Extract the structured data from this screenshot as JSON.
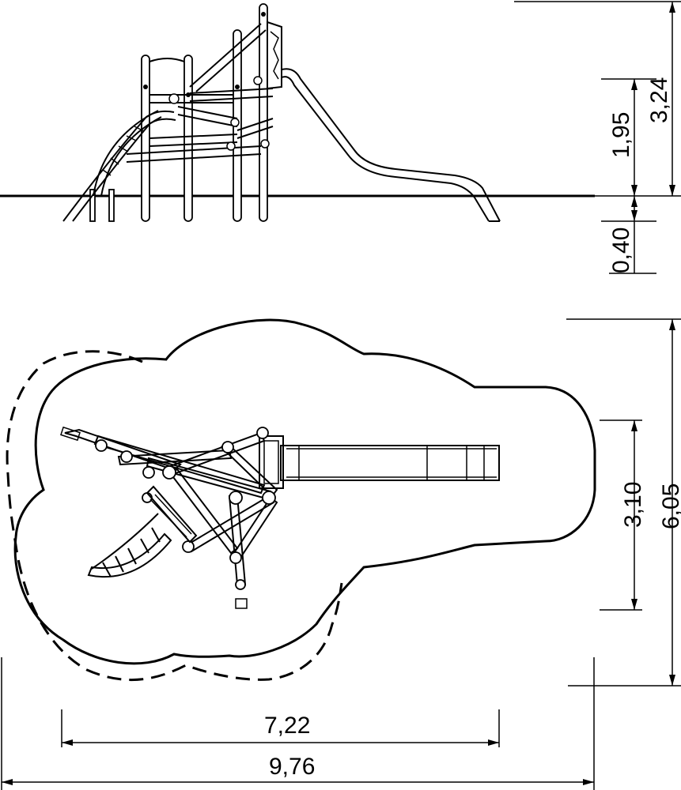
{
  "dimensions": {
    "side_total_height": "3,24",
    "side_platform_height": "1,95",
    "side_foundation_depth": "0,40",
    "plan_safety_width": "6,05",
    "plan_equipment_width": "3,10",
    "plan_equipment_length": "7,22",
    "plan_safety_length": "9,76"
  }
}
